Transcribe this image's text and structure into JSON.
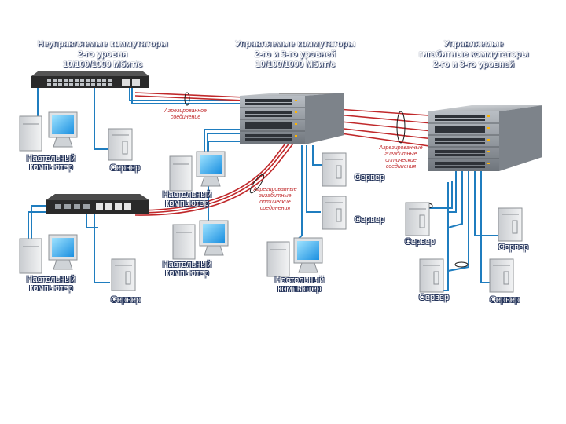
{
  "headers": {
    "unmanaged": [
      "Неуправляемые коммутаторы",
      "2-го уровня",
      "10/100/1000 Мбит/с"
    ],
    "managed": [
      "Управляемые коммутаторы",
      "2-го и 3-го уровней",
      "10/100/1000 Мбит/с"
    ],
    "gigabit": [
      "Управляемые",
      "гигабитные коммутаторы",
      "2-го и 3-го уровней"
    ]
  },
  "labels": {
    "desktop": [
      "Настольный",
      "компьютер"
    ],
    "server": "Сервер"
  },
  "aggregated": {
    "single": [
      "Агрегированное",
      "соединение"
    ],
    "gigabit_plural": [
      "Агрегированные",
      "гигабитные",
      "оптические",
      "соединения"
    ],
    "gigabit_plural_2": [
      "Агрегированные",
      "гигабитные",
      "оптические",
      "соединения"
    ]
  },
  "colors": {
    "blue_link": "#1f7dbf",
    "red_link": "#c0282a",
    "switch_dark": "#2a2a2a",
    "switch_grey": "#8a8f96"
  }
}
